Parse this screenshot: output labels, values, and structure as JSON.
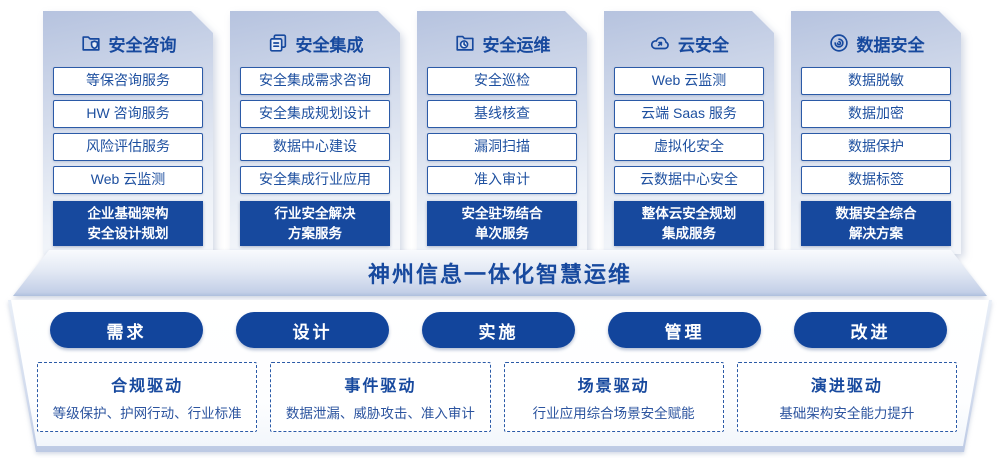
{
  "diagram": {
    "banner": "神州信息一体化智慧运维",
    "columns": [
      {
        "title": "安全咨询",
        "icon": "folder-shield-icon",
        "items": [
          "等保咨询服务",
          "HW 咨询服务",
          "风险评估服务",
          "Web 云监测"
        ],
        "footer": [
          "企业基础架构",
          "安全设计规划"
        ]
      },
      {
        "title": "安全集成",
        "icon": "documents-icon",
        "items": [
          "安全集成需求咨询",
          "安全集成规划设计",
          "数据中心建设",
          "安全集成行业应用"
        ],
        "footer": [
          "行业安全解决",
          "方案服务"
        ]
      },
      {
        "title": "安全运维",
        "icon": "folder-clock-icon",
        "items": [
          "安全巡检",
          "基线核查",
          "漏洞扫描",
          "准入审计"
        ],
        "footer": [
          "安全驻场结合",
          "单次服务"
        ]
      },
      {
        "title": "云安全",
        "icon": "cloud-icon",
        "items": [
          "Web 云监测",
          "云端 Saas 服务",
          "虚拟化安全",
          "云数据中心安全"
        ],
        "footer": [
          "整体云安全规划",
          "集成服务"
        ]
      },
      {
        "title": "数据安全",
        "icon": "fingerprint-icon",
        "items": [
          "数据脱敏",
          "数据加密",
          "数据保护",
          "数据标签"
        ],
        "footer": [
          "数据安全综合",
          "解决方案"
        ]
      }
    ],
    "pills": [
      "需求",
      "设计",
      "实施",
      "管理",
      "改进"
    ],
    "drivers": [
      {
        "title": "合规驱动",
        "desc": "等级保护、护网行动、行业标准"
      },
      {
        "title": "事件驱动",
        "desc": "数据泄漏、威胁攻击、准入审计"
      },
      {
        "title": "场景驱动",
        "desc": "行业应用综合场景安全赋能"
      },
      {
        "title": "演进驱动",
        "desc": "基础架构安全能力提升"
      }
    ],
    "colors": {
      "primary_blue": "#17499e",
      "pill_blue": "#12459c",
      "box_border_blue": "#2b5aa7",
      "text_blue": "#1d4f9f",
      "panel_gradient_top": "#b6c3df",
      "panel_gradient_bottom": "#f5f7fb"
    }
  }
}
